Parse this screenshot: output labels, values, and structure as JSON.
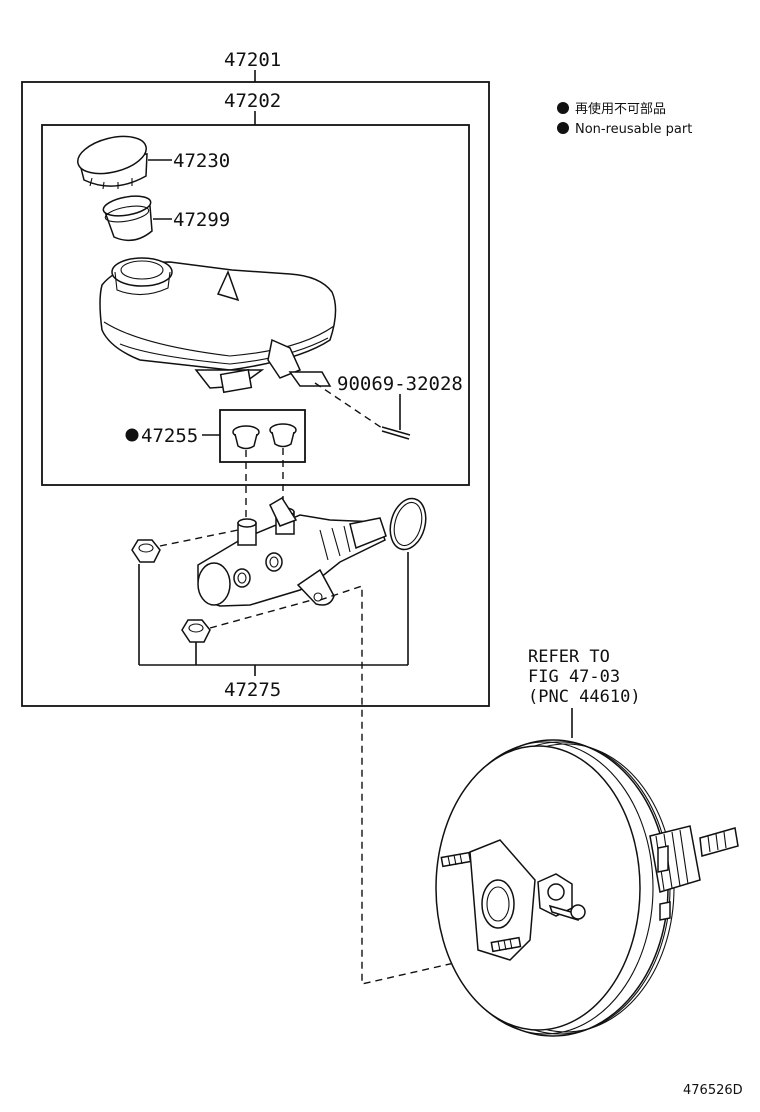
{
  "legend": {
    "japanese": "再使用不可部品",
    "english": "Non-reusable part"
  },
  "parts": {
    "assembly": "47201",
    "reservoir_sub_assembly": "47202",
    "cap": "47230",
    "strainer": "47299",
    "pin": "90069-32028",
    "grommet": "47255",
    "master_cylinder": "47275"
  },
  "reference": {
    "line1": "REFER TO",
    "line2": "FIG 47-03",
    "line3": "(PNC 44610)"
  },
  "figure_id": "476526D",
  "colors": {
    "ink": "#111111",
    "background": "#ffffff"
  }
}
